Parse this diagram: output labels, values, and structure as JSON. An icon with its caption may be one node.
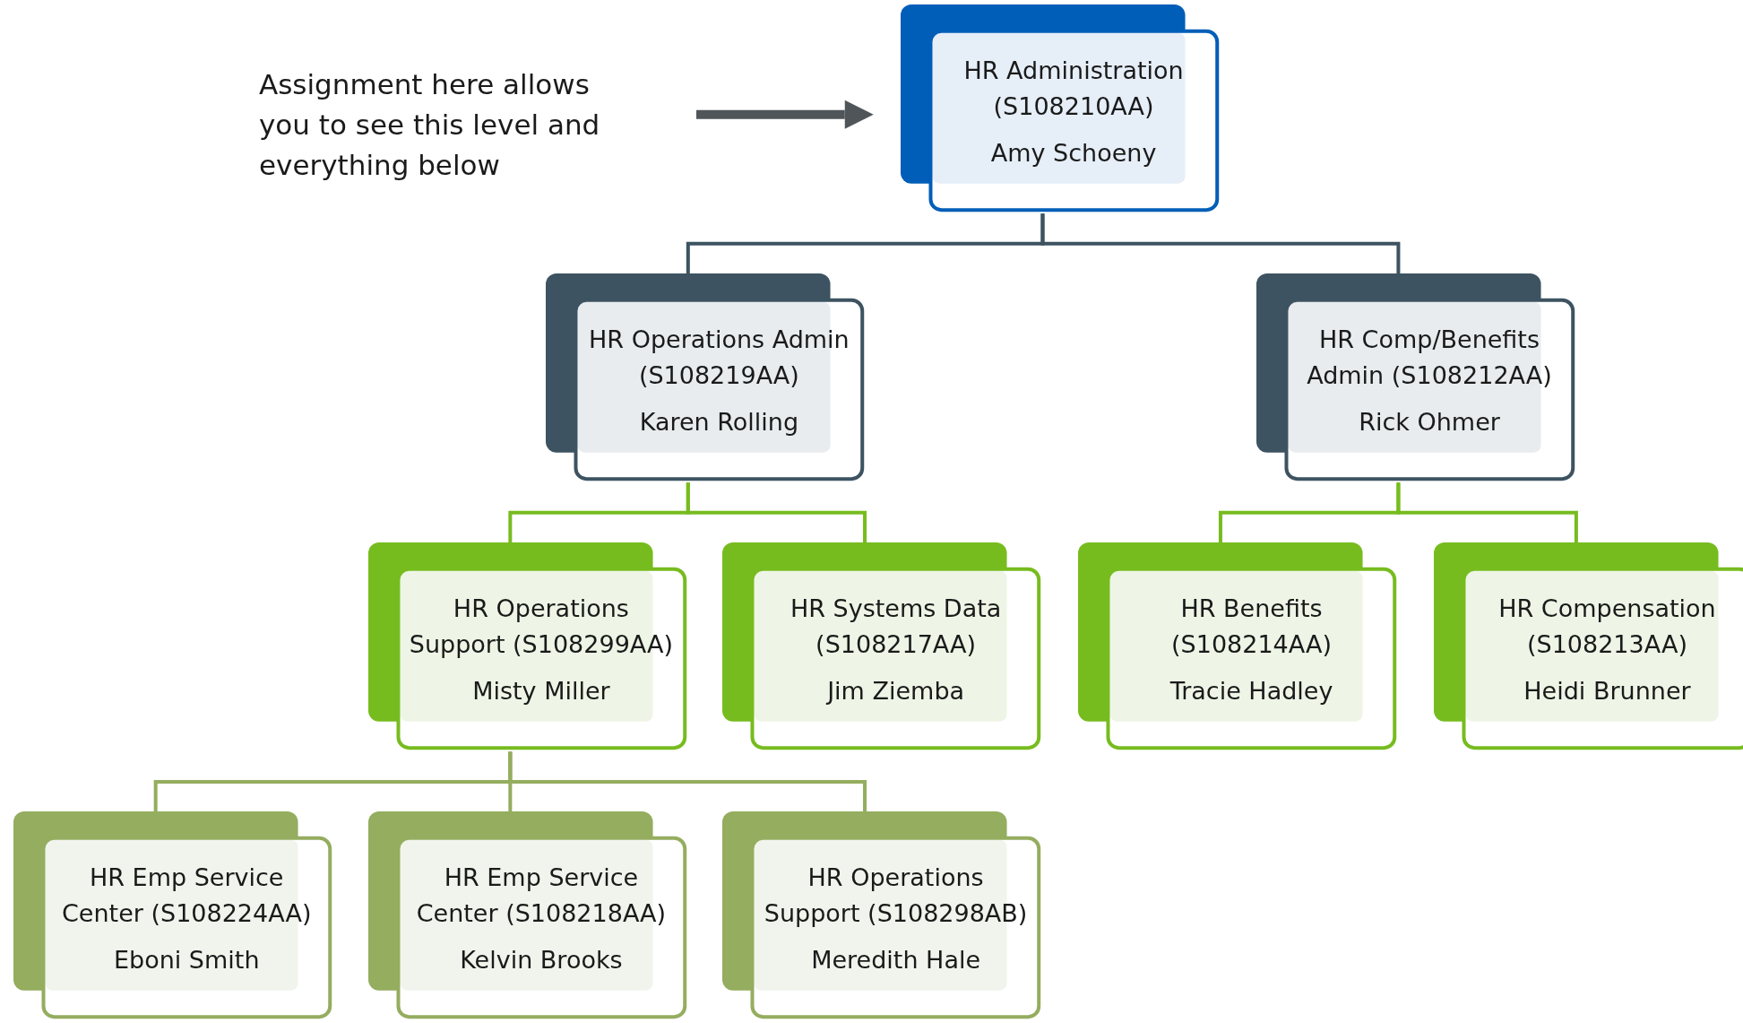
{
  "diagram": {
    "nodes": [
      {
        "text": [
          "Assignment here allows you to see this level and everything below"
        ]
      },
      {
        "text": [
          "HR Administration (S108210AA)",
          "Amy Schoeny"
        ]
      },
      {
        "text": [
          "HR Operations Admin (S108219AA)",
          "Karen Rolling"
        ]
      },
      {
        "text": [
          "HR Comp/Benefits Admin (S108212AA)",
          "Rick Ohmer"
        ]
      },
      {
        "text": [
          "HR Operations Support (S108299AA)",
          "Misty Miller"
        ]
      },
      {
        "text": [
          "HR Systems Data (S108217AA)",
          "Jim Ziemba"
        ]
      },
      {
        "text": [
          "HR Benefits (S108214AA)",
          "Tracie Hadley"
        ]
      },
      {
        "text": [
          "HR Compensation (S108213AA)",
          "Heidi Brunner"
        ]
      },
      {
        "text": [
          "HR Emp Service Center (S108224AA)",
          "Eboni Smith"
        ]
      },
      {
        "text": [
          "HR Emp Service Center (S108218AA)",
          "Kelvin Brooks"
        ]
      },
      {
        "text": [
          "HR Operations Support (S108298AB)",
          "Meredith Hale"
        ]
      }
    ],
    "edges": [
      {
        "from": 0,
        "to": 1,
        "arrow": "to",
        "style": "thick",
        "color": "#505559"
      },
      {
        "from": 1,
        "to": 2,
        "arrow": "none",
        "color": "#3d5361"
      },
      {
        "from": 1,
        "to": 3,
        "arrow": "none",
        "color": "#3d5361"
      },
      {
        "from": 2,
        "to": 4,
        "arrow": "none"
      },
      {
        "from": 2,
        "to": 5,
        "arrow": "none"
      },
      {
        "from": 3,
        "to": 6,
        "arrow": "none"
      },
      {
        "from": 3,
        "to": 7,
        "arrow": "none"
      },
      {
        "from": 4,
        "to": 8,
        "arrow": "none",
        "color": "#94ad5f"
      },
      {
        "from": 4,
        "to": 9,
        "arrow": "none",
        "color": "#94ad5f"
      },
      {
        "from": 4,
        "to": 10,
        "arrow": "none",
        "color": "#94ad5f"
      }
    ]
  }
}
